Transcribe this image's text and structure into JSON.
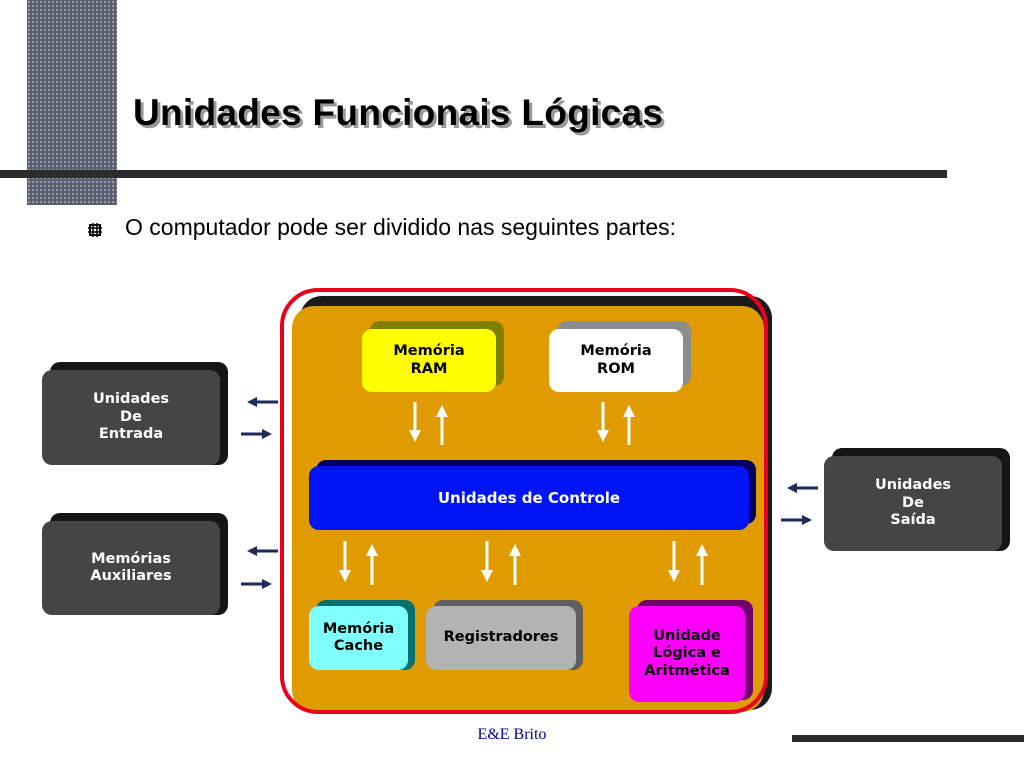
{
  "slide": {
    "title": "Unidades Funcionais Lógicas",
    "bullet": "O computador pode ser dividido nas seguintes partes:",
    "footer": "E&E  Brito"
  },
  "diagram": {
    "nodes": {
      "memoria_ram": "Memória\nRAM",
      "memoria_rom": "Memória\nROM",
      "unidades_controle": "Unidades de Controle",
      "memoria_cache": "Memória\nCache",
      "registradores": "Registradores",
      "ula": "Unidade\nLógica e\nAritmética",
      "unidades_entrada": "Unidades\nDe\nEntrada",
      "memorias_auxiliares": "Memórias\nAuxiliares",
      "unidades_saida": "Unidades\nDe\nSaída"
    },
    "colors": {
      "core_background": "#e09b00",
      "core_outline": "#e8001c",
      "ram": "#ffff00",
      "rom": "#ffffff",
      "controle": "#0014f5",
      "cache": "#80ffff",
      "registradores": "#b3b3b3",
      "ula": "#ff00ff",
      "external_units": "#454545",
      "io_arrows": "#1e2a5a",
      "internal_arrows": "#ffffff"
    },
    "edges": [
      {
        "from": "memoria_ram",
        "to": "unidades_controle",
        "direction": "both"
      },
      {
        "from": "memoria_rom",
        "to": "unidades_controle",
        "direction": "both"
      },
      {
        "from": "unidades_controle",
        "to": "memoria_cache",
        "direction": "both"
      },
      {
        "from": "unidades_controle",
        "to": "registradores",
        "direction": "both"
      },
      {
        "from": "unidades_controle",
        "to": "ula",
        "direction": "both"
      },
      {
        "from": "unidades_entrada",
        "to": "core",
        "direction": "both"
      },
      {
        "from": "memorias_auxiliares",
        "to": "core",
        "direction": "both"
      },
      {
        "from": "core",
        "to": "unidades_saida",
        "direction": "both"
      }
    ]
  }
}
